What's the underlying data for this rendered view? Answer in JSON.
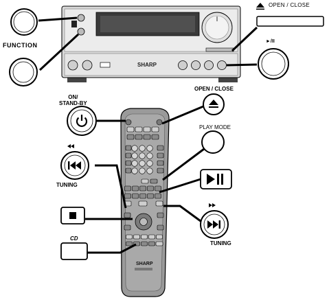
{
  "labels": {
    "function": "FUNCTION",
    "open_close_top": "OPEN / CLOSE",
    "play_pause_small": "►/II",
    "on_standby": "ON/\nSTAND-BY",
    "open_close_remote": "OPEN / CLOSE",
    "play_mode": "PLAY MODE",
    "tuning_left": "TUNING",
    "tuning_right": "TUNING",
    "cd": "CD",
    "brand_unit": "SHARP",
    "brand_remote": "SHARP"
  },
  "icons": {
    "eject": "eject-icon",
    "power": "power-icon",
    "skip_back": "skip-back-icon",
    "skip_forward": "skip-forward-icon",
    "play_pause": "play-pause-icon",
    "stop": "stop-icon",
    "rewind": "rewind-icon",
    "fast_forward": "fast-forward-icon"
  },
  "colors": {
    "line": "#000000",
    "remote_body": "#9a9a9a",
    "remote_dark": "#6e6e6e",
    "unit_face": "#e6e6e6",
    "display": "#3a3a3a"
  }
}
